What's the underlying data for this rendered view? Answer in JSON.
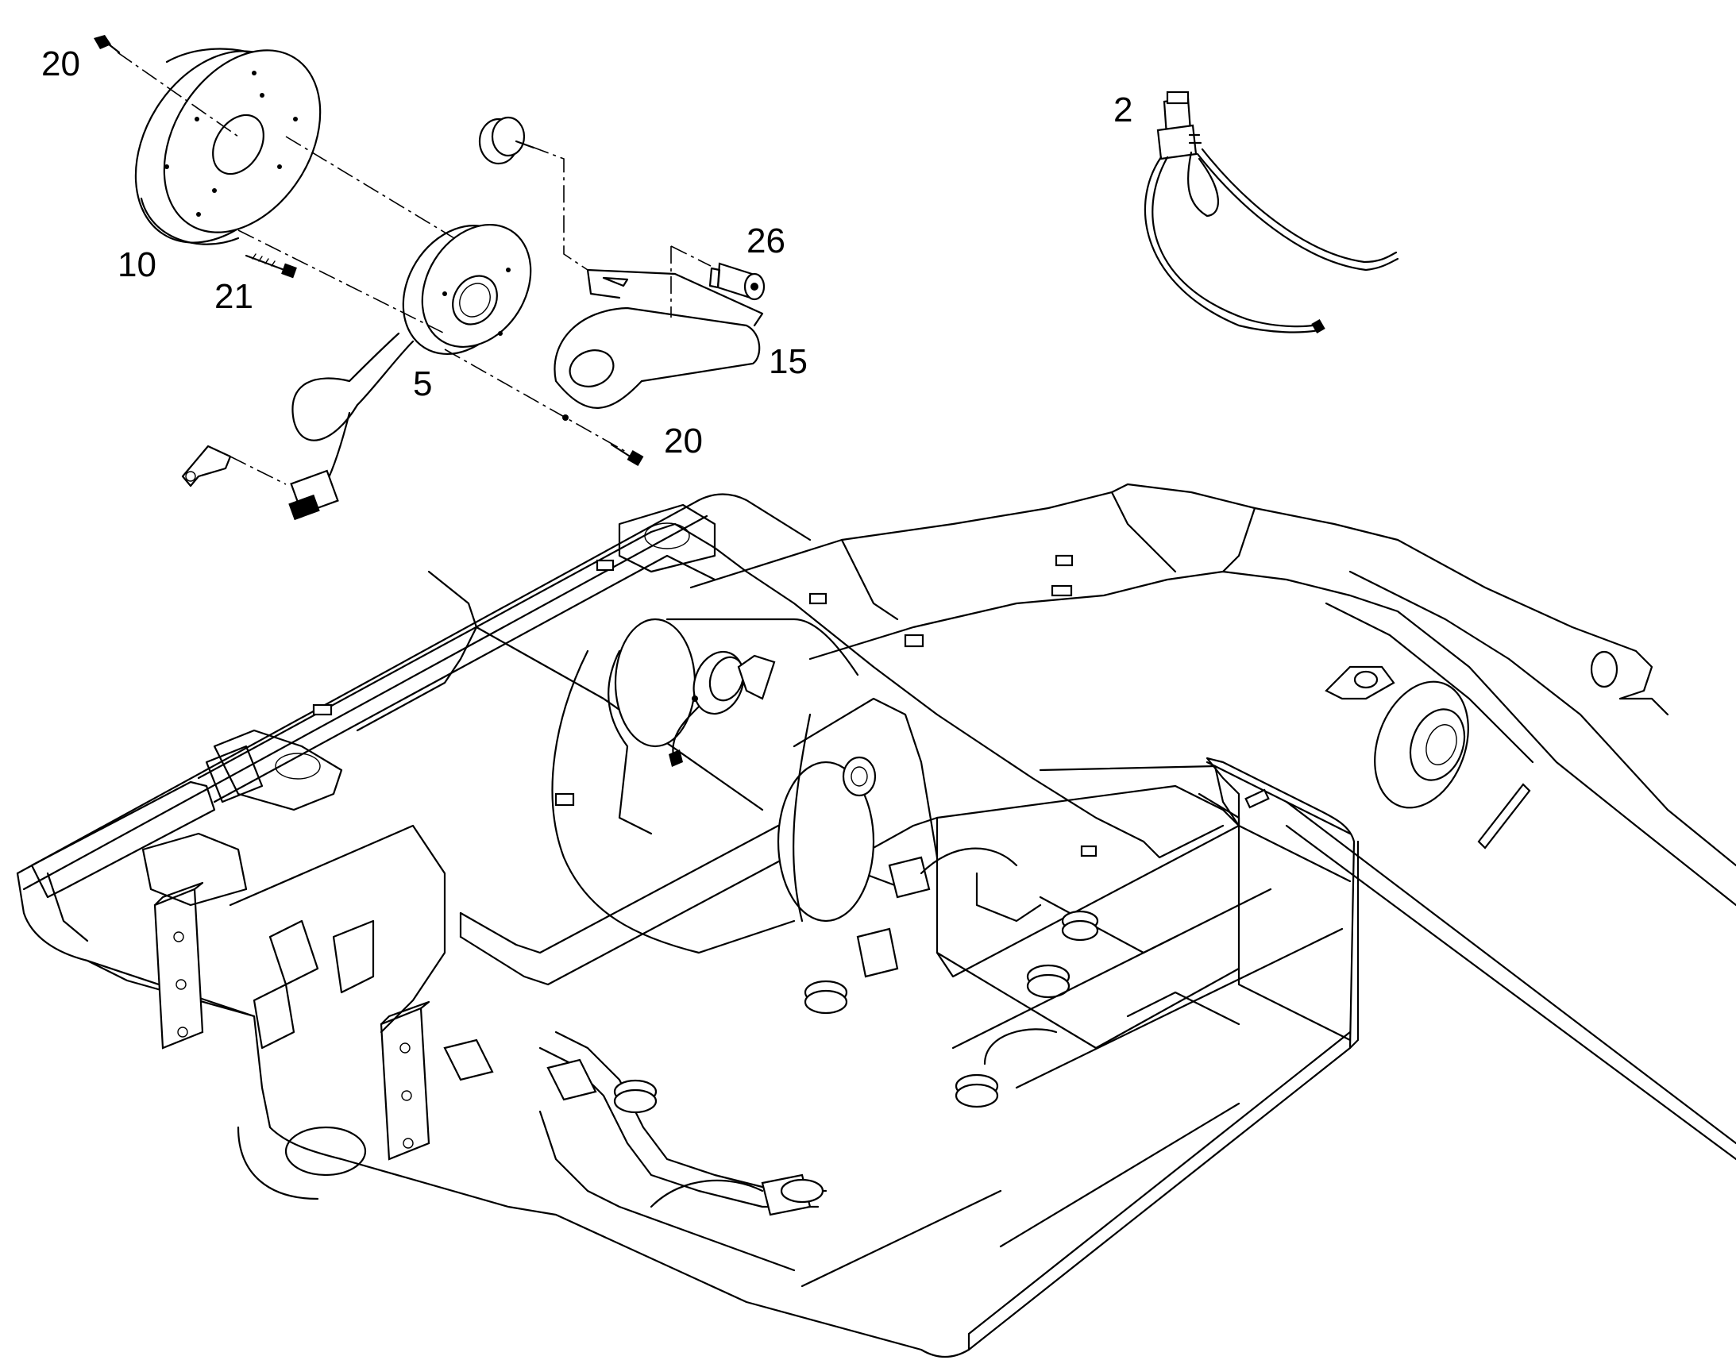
{
  "callouts": {
    "c20a": "20",
    "c10": "10",
    "c21": "21",
    "c5": "5",
    "c26": "26",
    "c15": "15",
    "c20b": "20",
    "c2": "2"
  }
}
